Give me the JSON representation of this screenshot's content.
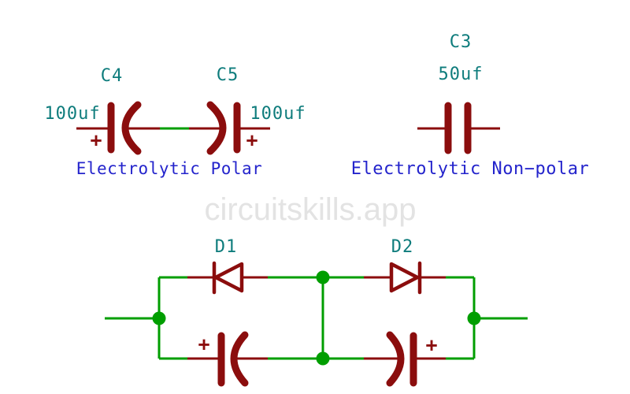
{
  "app": {
    "watermark": "circuitskills.app"
  },
  "colors": {
    "wire": "#009E00",
    "component": "#8B0D0D",
    "reference": "#0E7C7C",
    "caption": "#2424CC",
    "watermark": "#E3E3E3",
    "background": "#FFFFFF"
  },
  "sections": {
    "polar": {
      "caption": "Electrolytic Polar",
      "c4": {
        "reference": "C4",
        "value": "100uf",
        "polarity": "+"
      },
      "c5": {
        "reference": "C5",
        "value": "100uf",
        "polarity": "+"
      }
    },
    "nonpolar": {
      "caption": "Electrolytic Non−polar",
      "c3": {
        "reference": "C3",
        "value": "50uf"
      }
    },
    "bridge": {
      "d1": {
        "reference": "D1"
      },
      "d2": {
        "reference": "D2"
      },
      "cap_left": {
        "polarity": "+"
      },
      "cap_right": {
        "polarity": "+"
      }
    }
  }
}
